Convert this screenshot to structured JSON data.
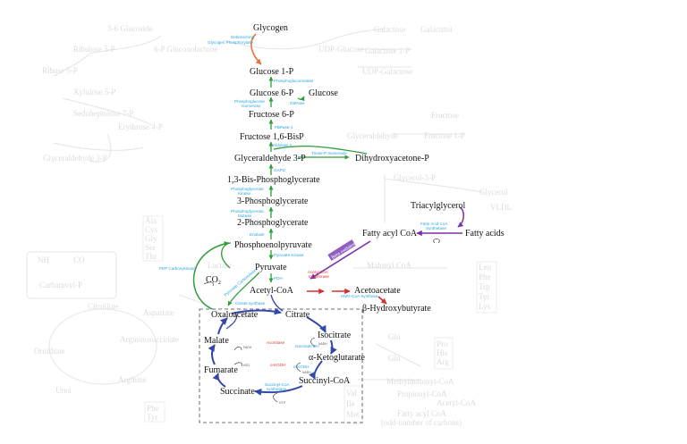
{
  "colors": {
    "glycolysis": "#2e9e3a",
    "glycogen": "#e8773a",
    "tca": "#3347a8",
    "fatty": "#7b2fa8",
    "ketone": "#d32f2f",
    "enzyme": "#2aa6e0",
    "ghost": "#dcdcdc"
  },
  "metabolites": {
    "glycogen": "Glycogen",
    "glucose1p": "Glucose 1-P",
    "glucose6p": "Glucose 6-P",
    "glucose": "Glucose",
    "fructose6p": "Fructose 6-P",
    "fructose16bisp": "Fructose 1,6-BisP",
    "g3p": "Glyceraldehyde 3-P",
    "dhap": "Dihydroxyacetone-P",
    "bpg13": "1,3-Bis-Phosphoglycerate",
    "pg3": "3-Phosphoglycerate",
    "pg2": "2-Phosphoglycerate",
    "pep": "Phosphoenolpyruvate",
    "pyruvate": "Pyruvate",
    "co2": "CO",
    "co2_sub": "2",
    "acetylcoa": "Acetyl-CoA",
    "acetoacetate": "Acetoacetate",
    "hydroxybutyrate": "β-Hydroxybutyrate",
    "triacylglycerol": "Triacylglycerol",
    "fattyacylcoa": "Fatty acyl CoA",
    "fattyacids": "Fatty acids",
    "oxaloacetate": "Oxaloacetate",
    "citrate": "Citrate",
    "isocitrate": "Isocitrate",
    "akg": "α-Ketoglutarate",
    "succinylcoa": "Succinyl-CoA",
    "succinate": "Succinate",
    "fumarate": "Fumarate",
    "malate": "Malate"
  },
  "enzymes": {
    "debranching": "Debranching",
    "glycogen_phosphorylase": "Glycogen Phosphorylase",
    "phosphoglucomutase": "Phosphoglucomutase",
    "phosphoglucose_isomerase_1": "Phosphoglucose",
    "phosphoglucose_isomerase_2": "Isomerase",
    "g6pase": "G6Pase",
    "fbpase": "FBPase-1",
    "aldolase": "Aldolase A",
    "triose_p_isomerase": "Triose-P Isomerase",
    "gapd": "GAPD",
    "phosphoglycerate_kinase_1": "Phosphoglycerate",
    "phosphoglycerate_kinase_2": "Kinase",
    "phosphoglycerate_mutase_1": "Phosphoglycerate",
    "phosphoglycerate_mutase_2": "Mutase",
    "enolase": "Enolase",
    "pyruvate_kinase": "Pyruvate Kinase",
    "pep_carboxykinase": "PEP Carboxykinase",
    "pyruvate_carboxylase": "Pyruvate Carboxylase",
    "pdh": "PDH",
    "fatty_acid_coa_synthetase_1": "Fatty Acid CoA",
    "fatty_acid_coa_synthetase_2": "Synthetase",
    "beta_oxidation": "Beta oxidation",
    "acetyl_coa_transferase_1": "Acetyl CoA",
    "acetyl_coa_transferase_2": "transferase",
    "hmg_coa_synthase": "HMG-CoA Synthase",
    "citrate_synthase": "Citrate synthase",
    "aconitase": "Aconitase",
    "isocitrate_dh": "Isocitrate DH",
    "akg_dh": "α-KGDH",
    "succinyl_coa_synthetase_1": "Succinyl-CoA",
    "succinyl_coa_synthetase_2": "synthetase"
  },
  "background_labels": {
    "ghost_1": "3-6 Glucoside",
    "ghost_2": "Ribulose 5-P",
    "ghost_3": "6-P Gluconolactone",
    "ghost_4": "UDP-Glucose",
    "ghost_5": "Galactose",
    "ghost_6": "Galactitol",
    "ghost_7": "Ribose 5-P",
    "ghost_8": "Xylulose 5-P",
    "ghost_9": "Sedoheptulose 7-P",
    "ghost_10": "Erythrose 4-P",
    "ghost_11": "Glyceraldehyde 3-P",
    "ghost_12": "Galactose 1-P",
    "ghost_13": "UDP-Galactose",
    "ghost_14": "Fructose",
    "ghost_15": "Glyceraldehyde",
    "ghost_16": "Fructose 1-P",
    "ghost_17": "Glycerol",
    "ghost_18": "Glycerol-3-P",
    "ghost_19": "VLDL",
    "ghost_20": "NH",
    "ghost_21": "CO",
    "ghost_22": "Carbamoyl-P",
    "ghost_23": "Citrulline",
    "ghost_24": "Ornithine",
    "ghost_25": "Arginine",
    "ghost_26": "Argininosuccinate",
    "ghost_27": "Aspartate",
    "ghost_28": "Urea",
    "ghost_29": "Lactate",
    "ghost_30": "Malonyl CoA",
    "ghost_31": "Ala",
    "ghost_32": "Cys",
    "ghost_33": "Gly",
    "ghost_34": "Ser",
    "ghost_35": "Thr",
    "ghost_36": "Leu",
    "ghost_37": "Phe",
    "ghost_38": "Trp",
    "ghost_39": "Tyr",
    "ghost_40": "Lys",
    "ghost_41": "Glu",
    "ghost_42": "Gln",
    "ghost_43": "Pro",
    "ghost_44": "His",
    "ghost_45": "Arg",
    "ghost_46": "Methylmalonyl-CoA",
    "ghost_47": "Propionyl-CoA",
    "ghost_48": "Acetyl-CoA",
    "ghost_49": "Fatty acyl CoA",
    "ghost_50": "(odd-number of carbons)",
    "ghost_51": "Phe",
    "ghost_52": "Tyr",
    "ghost_53": "Val",
    "ghost_54": "Ile",
    "ghost_55": "Met"
  }
}
